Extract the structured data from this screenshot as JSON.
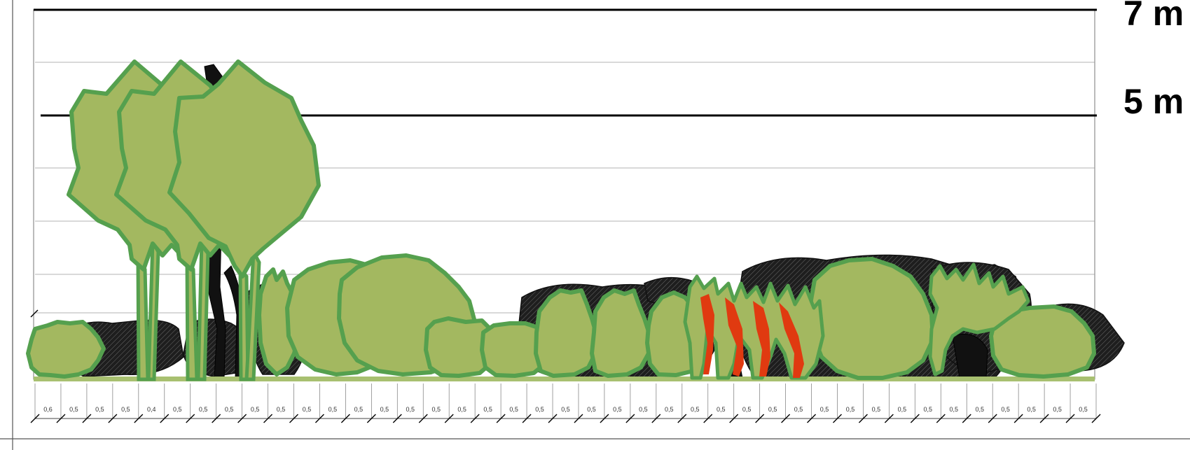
{
  "height_labels": {
    "seven": "7 m",
    "five": "5 m"
  },
  "spacings": [
    "0,6",
    "0,5",
    "0,5",
    "0,5",
    "0,4",
    "0,5",
    "0,5",
    "0,5",
    "0,5",
    "0,5",
    "0,5",
    "0,5",
    "0,5",
    "0,5",
    "0,5",
    "0,5",
    "0,5",
    "0,5",
    "0,5",
    "0,5",
    "0,5",
    "0,5",
    "0,5",
    "0,5",
    "0,5",
    "0,5",
    "0,5",
    "0,5",
    "0,5",
    "0,5",
    "0,5",
    "0,5",
    "0,5",
    "0,5",
    "0,5",
    "0,5",
    "0,5",
    "0,5",
    "0,5",
    "0,5",
    "0,5"
  ],
  "colors": {
    "foliage": "#a3b860",
    "foliage_outline": "#55a04e",
    "shadow": "#222222",
    "accent_red": "#e03a10",
    "ground": "#a8c070"
  }
}
